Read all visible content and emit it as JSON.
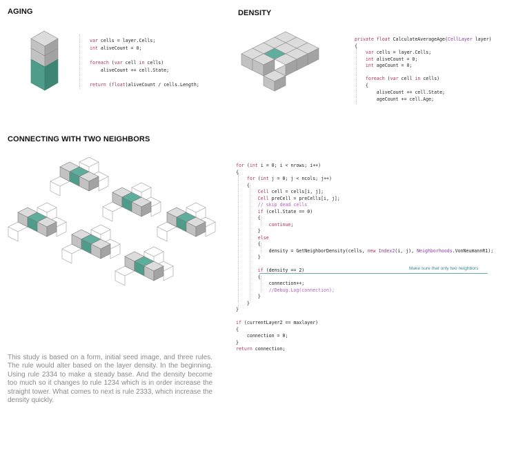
{
  "sections": {
    "aging": "AGING",
    "density": "DENSITY",
    "connecting": "CONNECTING WITH TWO NEIGHBORS"
  },
  "aging_code": [
    "var cells = layer.Cells;",
    "int aliveCount = 0;",
    "",
    "foreach (var cell in cells)",
    "    aliveCount += cell.State;",
    "",
    "return (float)aliveCount / cells.Length;"
  ],
  "density_code": [
    "private float CalculateAverageAge(CellLayer layer)",
    "{",
    "    var cells = layer.Cells;",
    "    int aliveCount = 0;",
    "    int ageCount = 0;",
    "",
    "    foreach (var cell in cells)",
    "    {",
    "        aliveCount += cell.State;",
    "        ageCount += cell.Age;"
  ],
  "neighbor_code": [
    "for (int i = 0; i < nrows; i++)",
    "{",
    "    for (int j = 0; j < ncols; j++)",
    "    {",
    "        Cell cell = cells[i, j];",
    "        Cell preCell = preCells[i, j];",
    "        // skip dead cells",
    "        if (cell.State == 0)",
    "        {",
    "            continue;",
    "        }",
    "        else",
    "        {",
    "            density = GetNeighborDensity(cells, new Index2(i, j), Neighborhoods.VonNeumannR1);",
    "        }",
    "",
    "        if (density == 2)",
    "        {",
    "            connection++;",
    "            //Debug.Log(connection);",
    "        }",
    "    }",
    "}",
    "",
    "if (currentLayer2 == maxlayer)",
    "{",
    "    connection = 0;",
    "}",
    "return connection;"
  ],
  "annotation": "Make sure that only two neighbors",
  "description": "This study is based on a form, initial seed image, and three rules. The rule would alter based on the layer density. In the beginning. Using rule 2334 to make a steady base. And the density become too much so it changes to rule 1234 which is in order increase the straight tower. What comes to next is rule 2333, which increase the density quickly.",
  "colors": {
    "cube_top": "#d9d9d9",
    "cube_left": "#bdbdbd",
    "cube_right": "#9c9c9c",
    "teal_top": "#5fae9d",
    "teal_left": "#4f9c8a",
    "teal_right": "#3f8575",
    "keyword": "#b03060",
    "comment": "#b55ac0",
    "annotation": "#3b8a98"
  }
}
